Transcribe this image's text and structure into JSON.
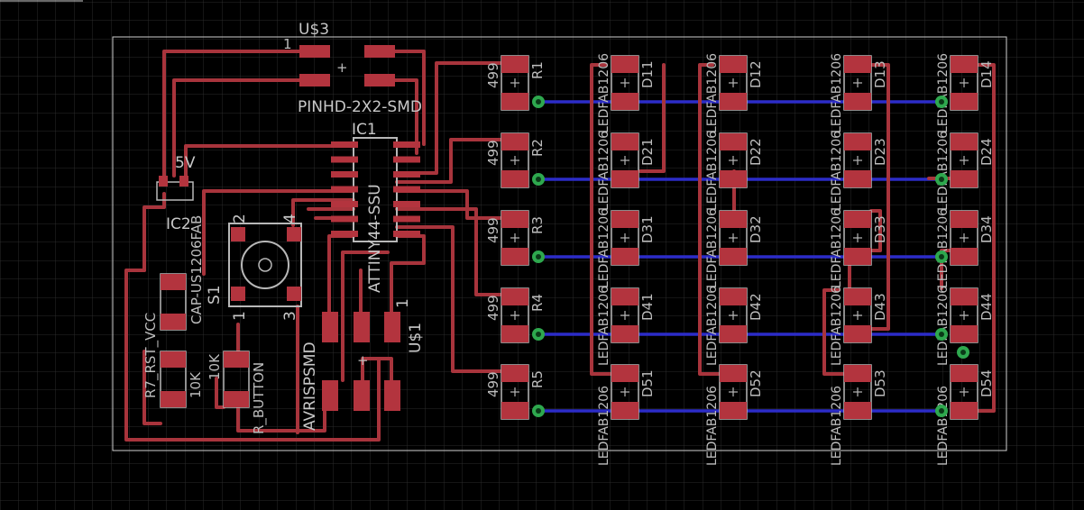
{
  "board": {
    "colors": {
      "background": "#000000",
      "grid": "#2a2a2a",
      "outline": "#cfcfcf",
      "top_copper": "#a8343c",
      "bottom_copper": "#2c2cc8",
      "pad": "#b3343e",
      "pad_highlight": "#d44a52",
      "package": "#b8b8b8",
      "via": "#2ea84e",
      "label": "#bdbdbd"
    }
  },
  "components": {
    "header_name": "U$3",
    "header_pin1": "1",
    "header_value": "PINHD-2X2-SMD",
    "mcu_name": "IC1",
    "mcu_value": "ATTINY44-SSU",
    "cap_net": "5V",
    "cap_name": "IC2",
    "cap_value": "CAP-US1206FAB",
    "switch_name": "S1",
    "switch_pin1": "1",
    "switch_pin2": "2",
    "switch_pin3": "3",
    "switch_pin4": "4",
    "avr_name": "U$1",
    "avr_pin1": "1",
    "avr_value": "AVRISPSMD",
    "r7_label": "R7_RST_VCC",
    "r7_value": "10K",
    "rbtn_value": "10K",
    "rbtn_name": "R_BUTTON"
  },
  "resistors": [
    {
      "name": "R1",
      "value": "499"
    },
    {
      "name": "R2",
      "value": "499"
    },
    {
      "name": "R3",
      "value": "499"
    },
    {
      "name": "R4",
      "value": "499"
    },
    {
      "name": "R5",
      "value": "499"
    }
  ],
  "led_value": "LEDFAB1206",
  "leds": [
    [
      "D11",
      "D12",
      "D13",
      "D14"
    ],
    [
      "D21",
      "D22",
      "D23",
      "D24"
    ],
    [
      "D31",
      "D32",
      "D33",
      "D34"
    ],
    [
      "D41",
      "D42",
      "D43",
      "D44"
    ],
    [
      "D51",
      "D52",
      "D53",
      "D54"
    ]
  ]
}
